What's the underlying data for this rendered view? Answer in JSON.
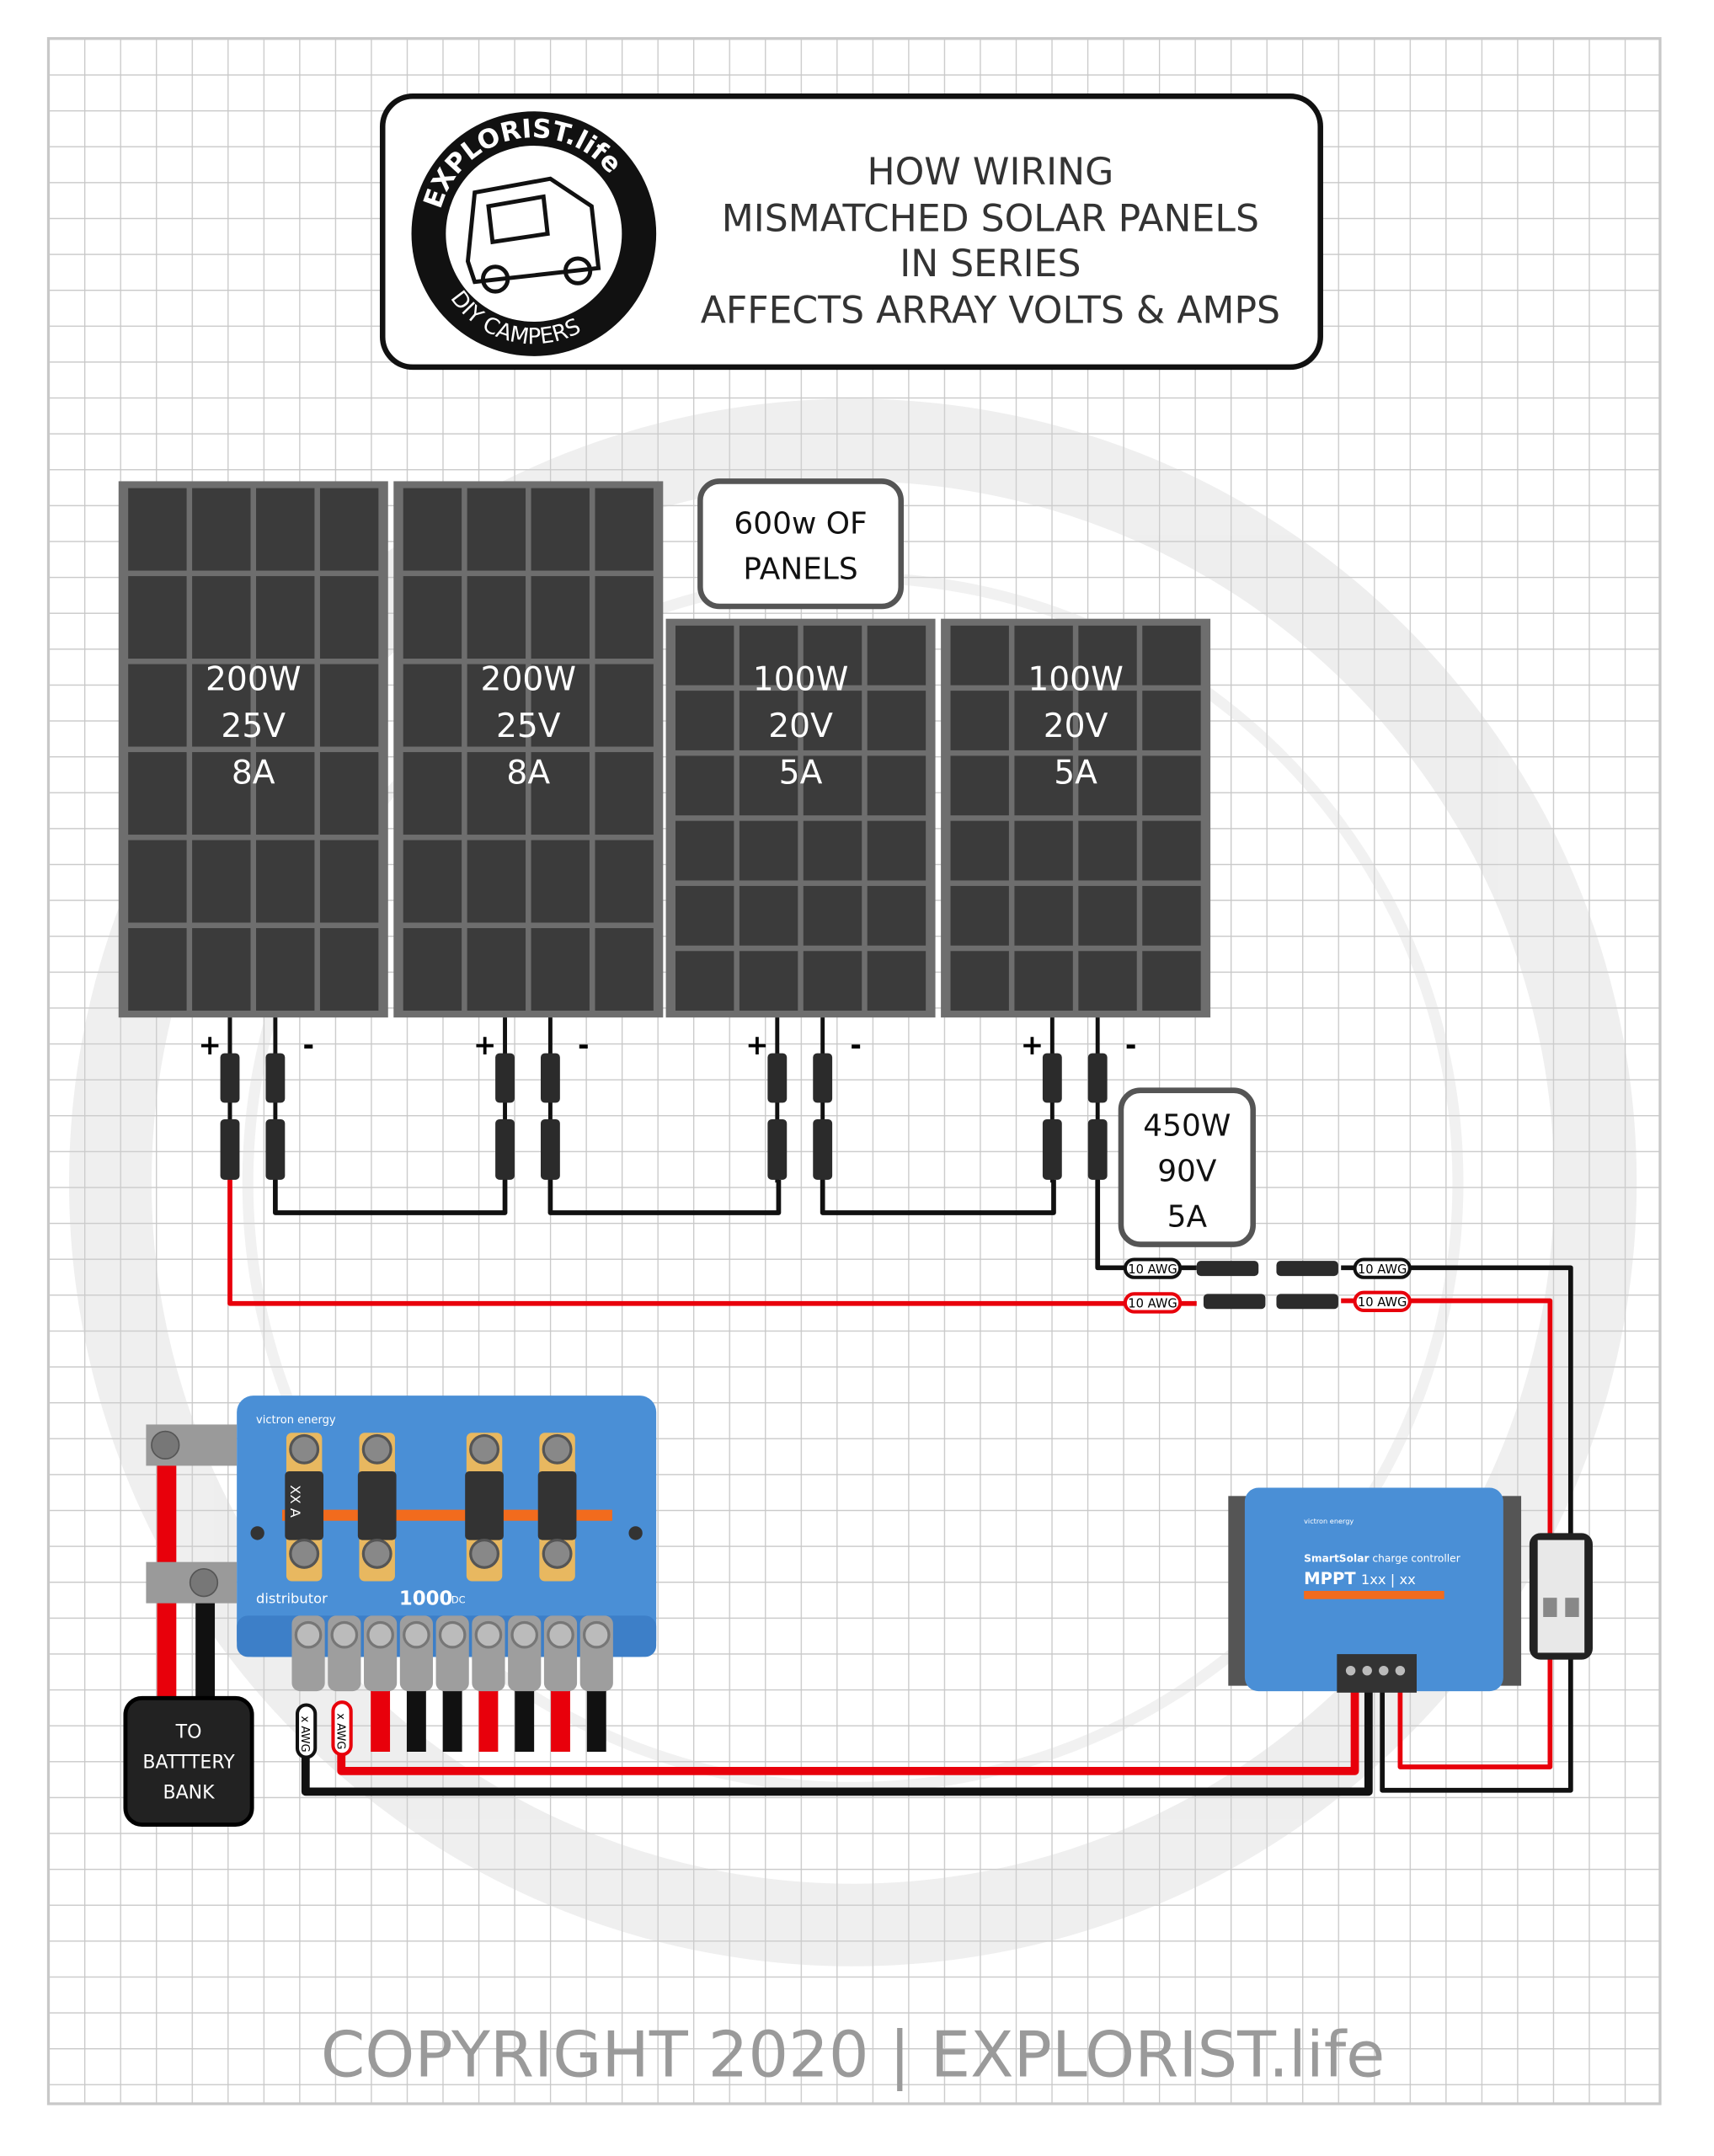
{
  "header": {
    "logo_text_top": "EXPLORIST.life",
    "logo_text_bottom": "DIY CAMPERS",
    "title_lines": [
      "HOW WIRING",
      "MISMATCHED SOLAR PANELS",
      "IN SERIES",
      "AFFECTS ARRAY VOLTS & AMPS"
    ]
  },
  "panels": [
    {
      "watts": "200W",
      "volts": "25V",
      "amps": "8A"
    },
    {
      "watts": "200W",
      "volts": "25V",
      "amps": "8A"
    },
    {
      "watts": "100W",
      "volts": "20V",
      "amps": "5A"
    },
    {
      "watts": "100W",
      "volts": "20V",
      "amps": "5A"
    }
  ],
  "polarity": {
    "positive": "+",
    "negative": "-"
  },
  "total_label": {
    "line1": "600w OF",
    "line2": "PANELS"
  },
  "array_label": {
    "watts": "450W",
    "volts": "90V",
    "amps": "5A"
  },
  "wire_labels": {
    "pv_gauge": "10 AWG",
    "battery_gauge": "x AWG",
    "fuse": "XX A"
  },
  "distributor": {
    "brand": "victron energy",
    "name": "distributor",
    "model": "1000",
    "suffix": "DC"
  },
  "controller": {
    "brand": "victron energy",
    "line1_bold": "SmartSolar",
    "line1_rest": "charge controller",
    "model_bold": "MPPT",
    "model_rest": "1xx | xx"
  },
  "battery": {
    "line1": "TO",
    "line2": "BATTTERY",
    "line3": "BANK"
  },
  "watermark": "EXPLORIST.life DIY CAMPERS",
  "footer": "COPYRIGHT 2020 | EXPLORIST.life",
  "colors": {
    "positive_wire": "#e8000b",
    "negative_wire": "#000000",
    "victron_blue": "#4a8fd6",
    "panel_cell": "#3b3b3b",
    "panel_frame": "#6e6e6e",
    "grid": "#c8c8c8"
  }
}
